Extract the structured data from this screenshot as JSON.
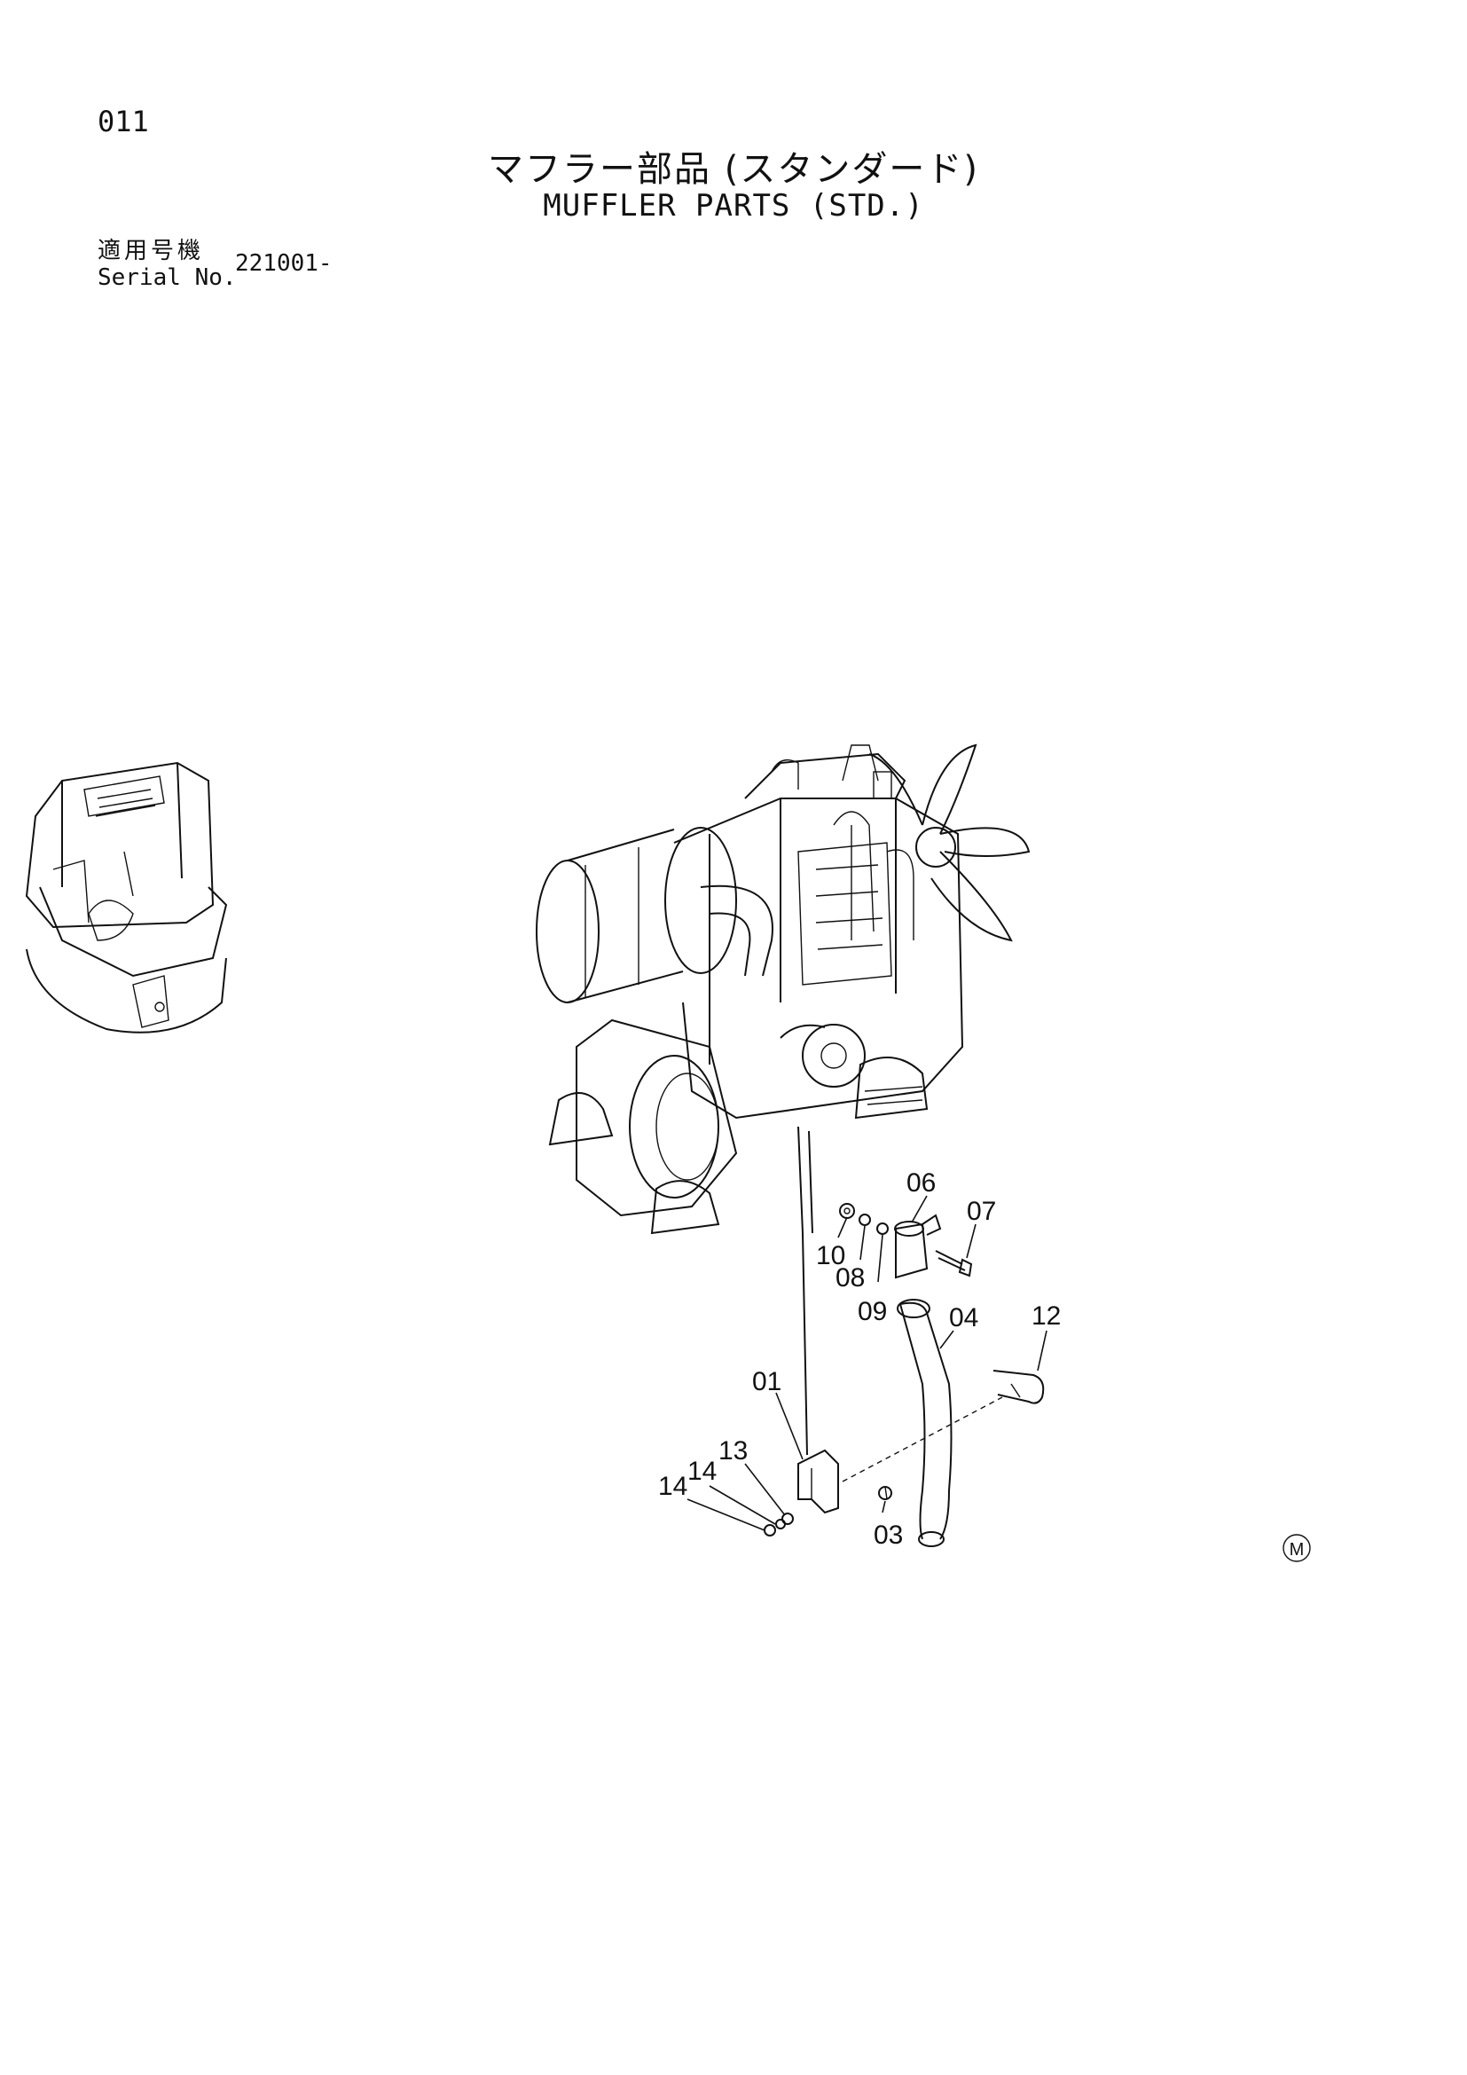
{
  "page": {
    "number": "011",
    "title_jp": "マフラー部品 (スタンダード)",
    "title_en": "MUFFLER PARTS (STD.)",
    "serial_label_jp": "適用号機",
    "serial_label_en": "Serial No.",
    "serial_value": "221001-",
    "mark": "M"
  },
  "parts": [
    "01",
    "03",
    "04",
    "06",
    "07",
    "08",
    "09",
    "10",
    "12",
    "13",
    "14",
    "14"
  ]
}
